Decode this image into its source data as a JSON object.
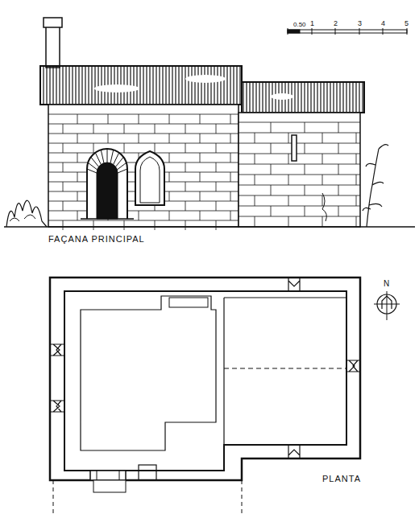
{
  "diagram": {
    "labels": [
      "0.50",
      "1",
      "2",
      "3",
      "4",
      "5",
      "FAÇANA PRINCIPAL",
      "PLANTA",
      "N"
    ]
  }
}
